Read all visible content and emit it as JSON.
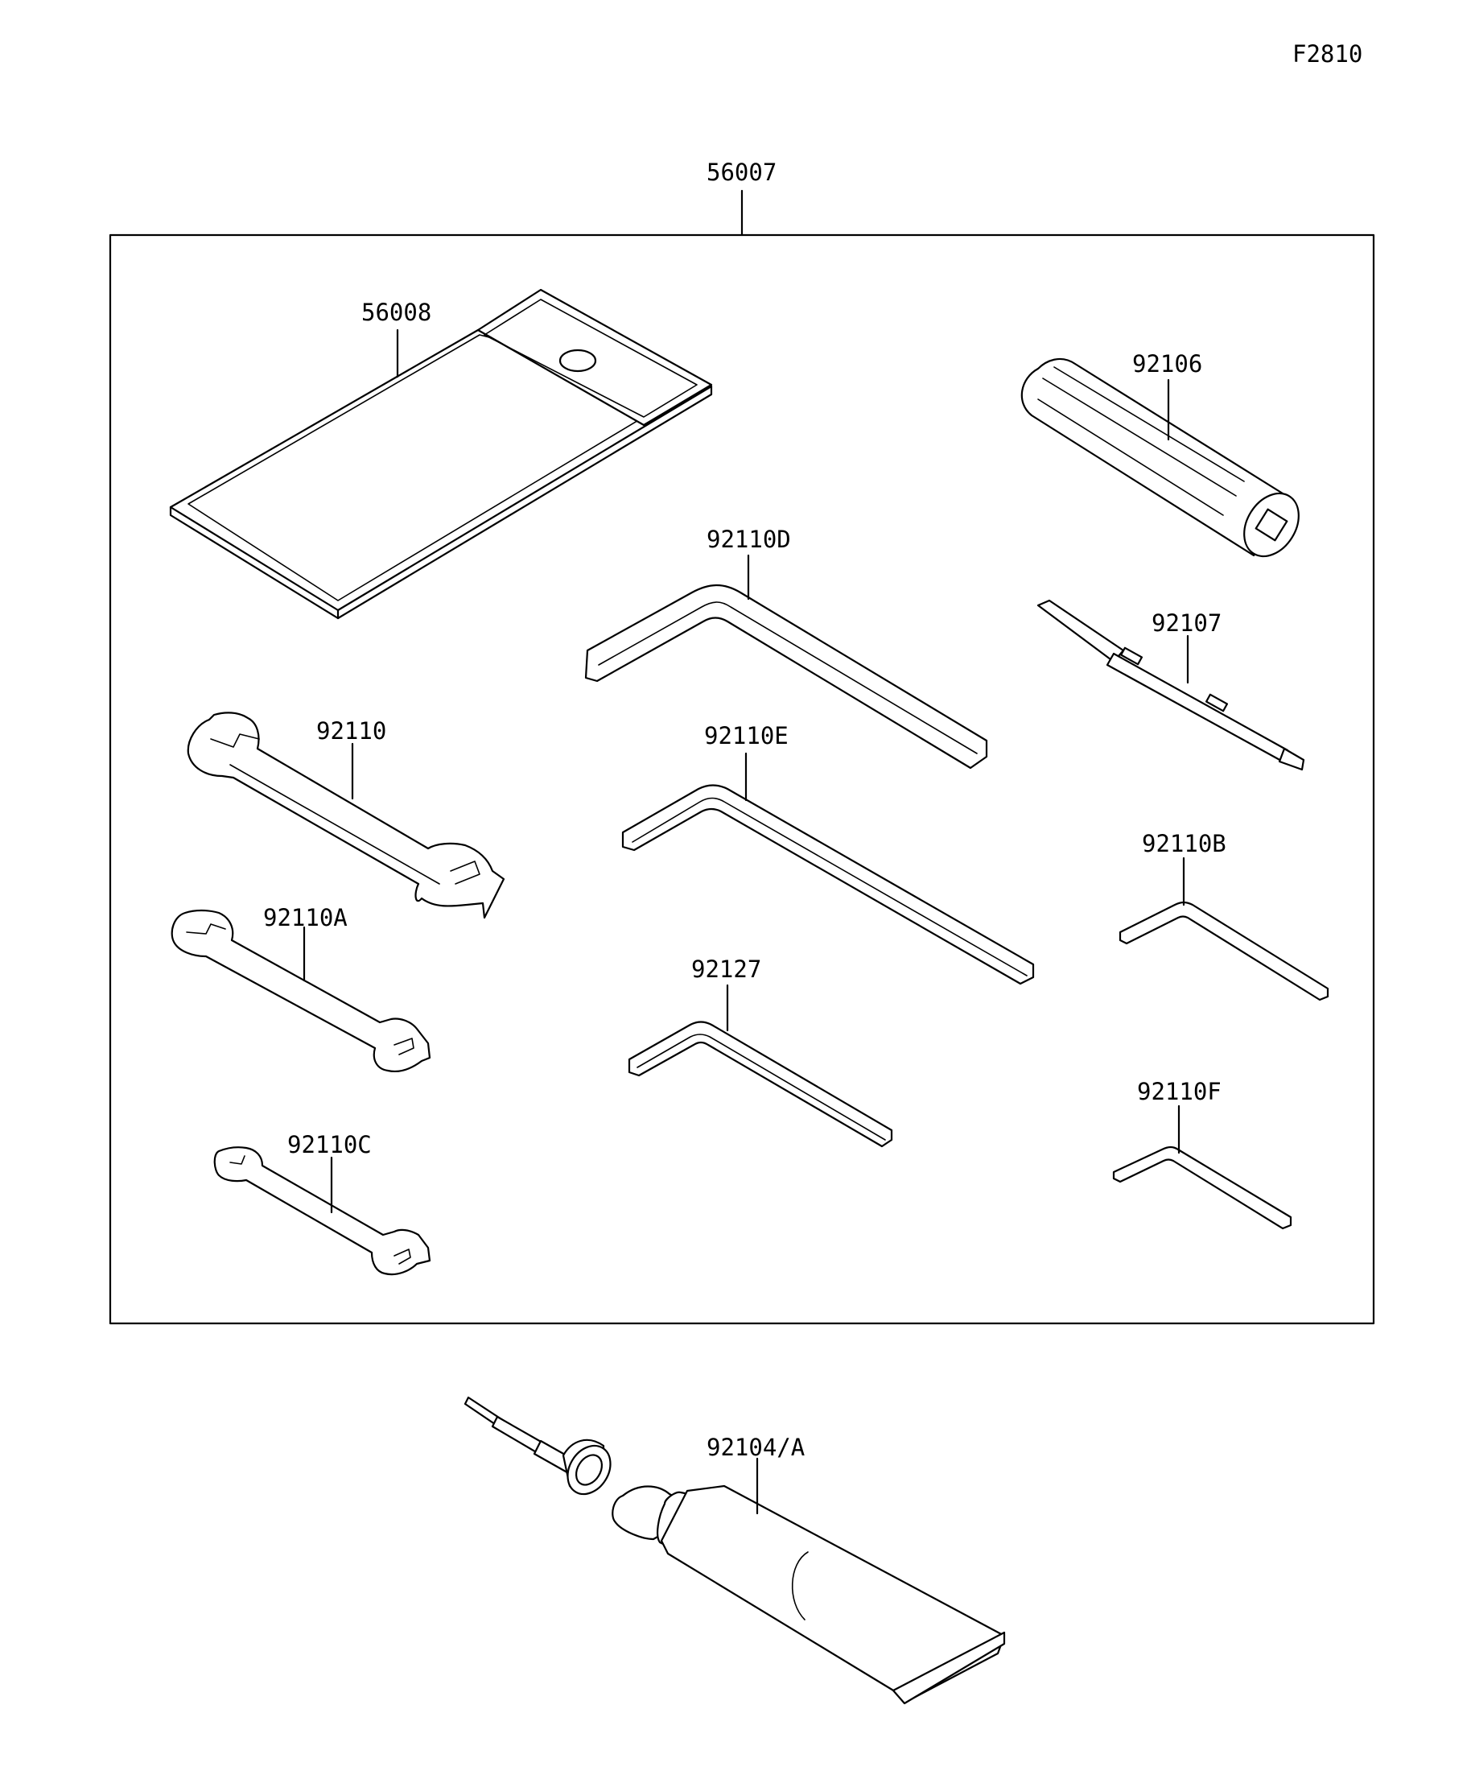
{
  "figure_code": "F2810",
  "parts": {
    "tool_kit": "56007",
    "tool_bag": "56008",
    "driver_handle": "92106",
    "screwdriver_bit": "92107",
    "hex_wrench_d": "92110D",
    "hex_wrench_e": "92110E",
    "hex_wrench_b": "92110B",
    "hex_wrench_f": "92110F",
    "hex_wrench_92127": "92127",
    "wrench_92110": "92110",
    "wrench_92110a": "92110A",
    "wrench_92110c": "92110C",
    "tube_and_nozzle": "92104/A"
  }
}
